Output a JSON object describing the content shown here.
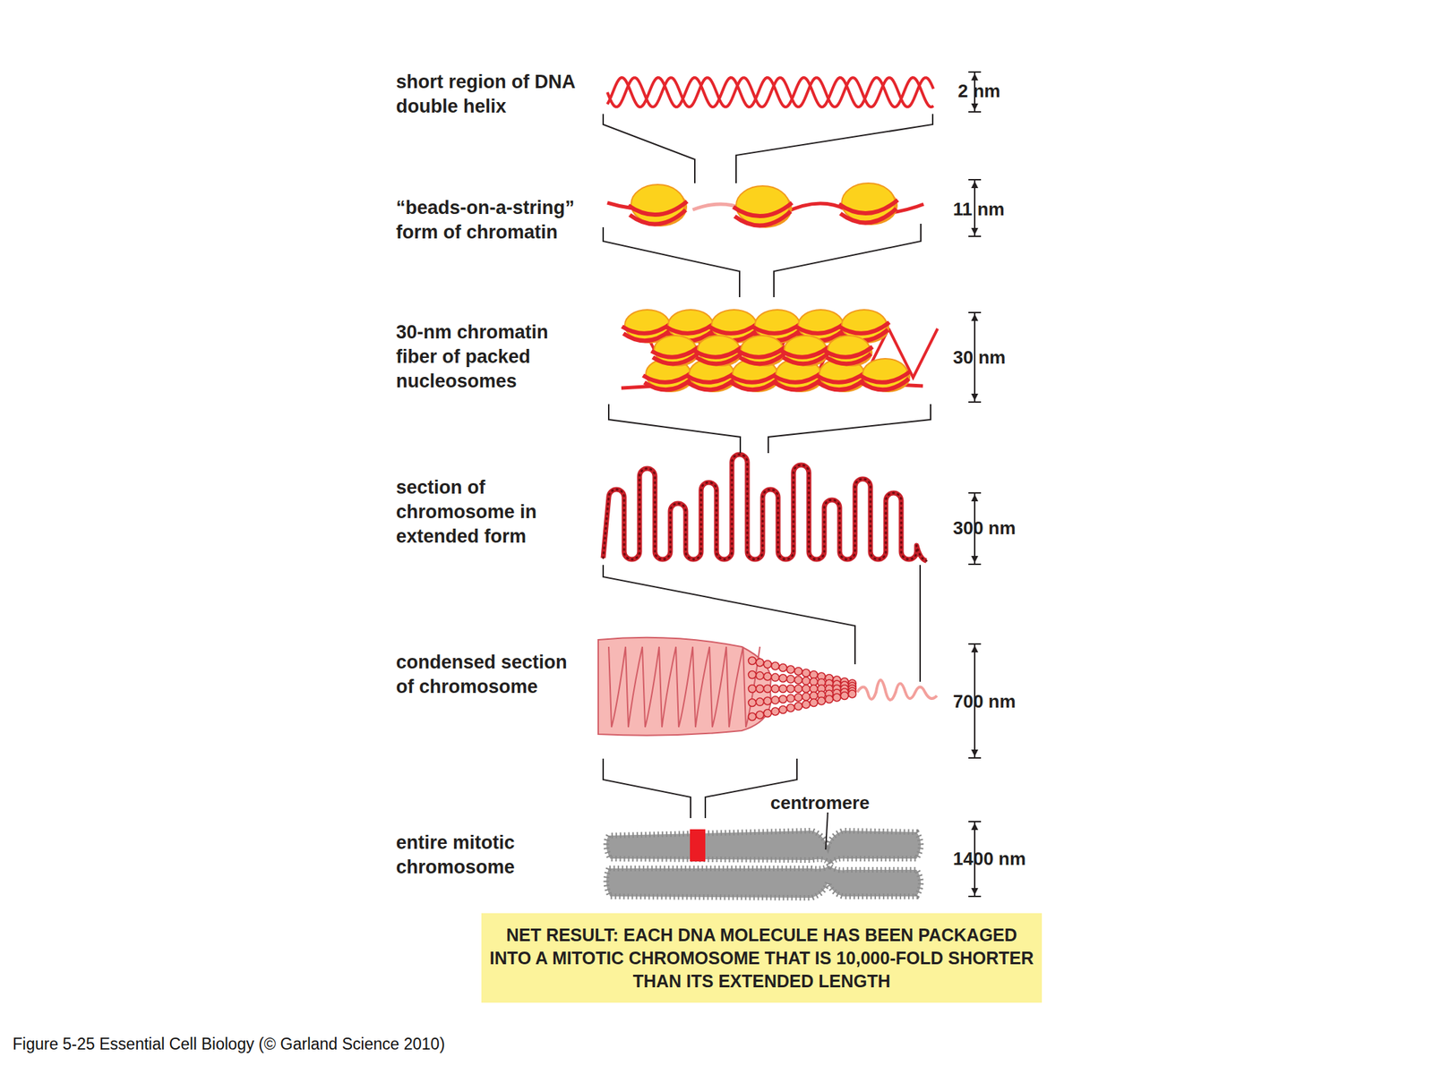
{
  "diagram": {
    "caption": "Figure 5-25 Essential Cell Biology (© Garland Science 2010)",
    "nodes": [
      {
        "text": [
          "NET RESULT: EACH DNA MOLECULE HAS BEEN PACKAGED INTO A MITOTIC CHROMOSOME THAT IS 10,000-FOLD SHORTER THAN ITS EXTENDED LENGTH"
        ]
      }
    ],
    "labels": [
      "short region of DNA double helix",
      "2 nm",
      "“beads-on-a-string” form of chromatin",
      "11 nm",
      "30-nm chromatin fiber of packed nucleosomes",
      "30 nm",
      "section of chromosome in extended form",
      "300 nm",
      "condensed section of chromosome",
      "700 nm",
      "centromere",
      "entire mitotic chromosome",
      "1400 nm"
    ]
  }
}
